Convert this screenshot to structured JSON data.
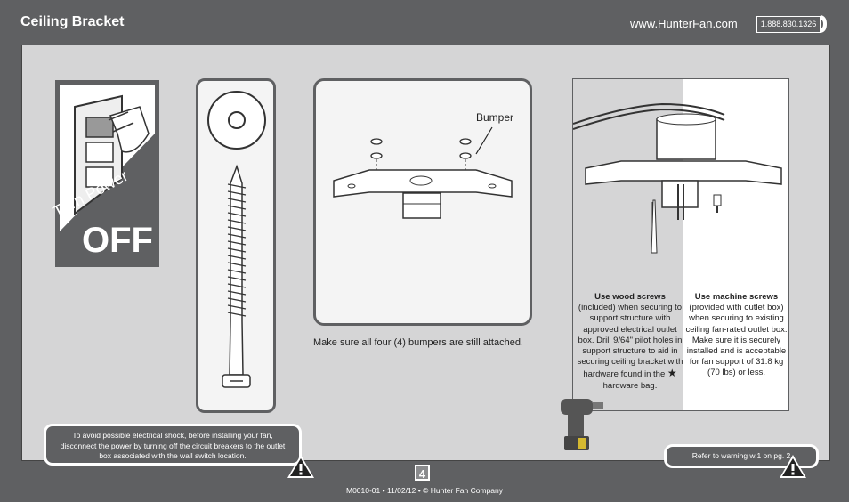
{
  "header": {
    "title": "Ceiling Bracket",
    "url": "www.HunterFan.com",
    "phone": "1.888.830.1326",
    "phone_icon": "phone-handset-icon"
  },
  "power": {
    "line1": "Turn Power",
    "line2": "OFF"
  },
  "bracket": {
    "bumper_label": "Bumper",
    "caption": "Make sure all four (4) bumpers are still attached."
  },
  "install": {
    "wood_title": "Use wood screws",
    "wood_body_1": "(included) when securing to support structure with approved electrical outlet box. Drill 9/64\" pilot holes in support structure to aid in securing ceiling bracket with hardware found in the",
    "wood_body_2": "hardware bag.",
    "star_icon": "star-icon",
    "machine_title": "Use machine screws",
    "machine_body": "(provided with outlet box) when securing to existing ceiling fan-rated outlet box. Make sure it is securely installed and is acceptable for fan support of 31.8 kg (70 lbs) or less."
  },
  "warnings": {
    "left": "To avoid possible electrical shock, before installing your fan, disconnect the power by turning off the circuit breakers to the outlet box associated with the wall switch location.",
    "right": "Refer to warning w.1 on pg. 2",
    "icon": "warning-icon"
  },
  "footer": {
    "page_number": "4",
    "text": "M0010-01 • 11/02/12 • © Hunter Fan Company"
  }
}
